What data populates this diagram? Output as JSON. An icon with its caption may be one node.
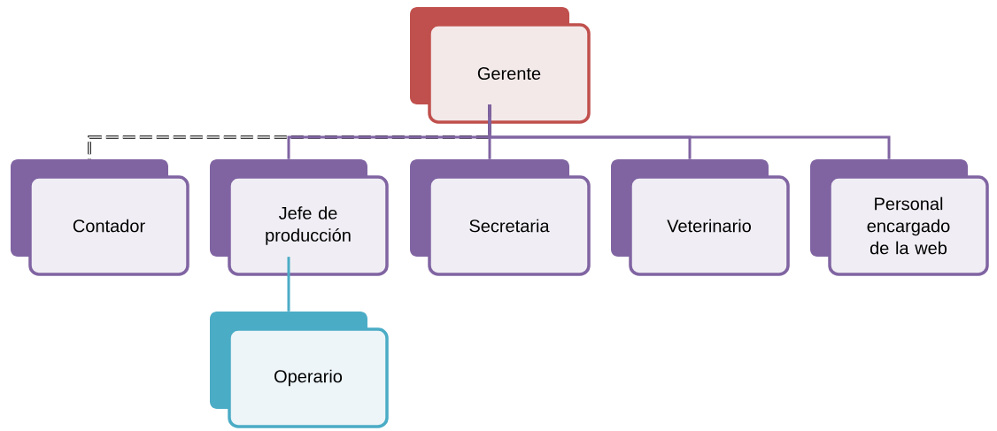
{
  "diagram": {
    "nodes": [
      {
        "text": [
          "Gerente"
        ]
      },
      {
        "text": [
          "Contador"
        ]
      },
      {
        "text": [
          "Jefe de producción"
        ]
      },
      {
        "text": [
          "Secretaria"
        ]
      },
      {
        "text": [
          "Veterinario"
        ]
      },
      {
        "text": [
          "Personal encargado de la web"
        ]
      },
      {
        "text": [
          "Operario"
        ]
      }
    ],
    "edges": [
      {
        "from": 0,
        "to": 1,
        "arrow": "none",
        "style": "dashed",
        "color": "#000000"
      },
      {
        "from": 0,
        "to": 2,
        "arrow": "none"
      },
      {
        "from": 0,
        "to": 3,
        "arrow": "none"
      },
      {
        "from": 0,
        "to": 4,
        "arrow": "none"
      },
      {
        "from": 0,
        "to": 5,
        "arrow": "none"
      },
      {
        "from": 2,
        "to": 6,
        "arrow": "none",
        "color": "#4bacc6"
      }
    ]
  }
}
